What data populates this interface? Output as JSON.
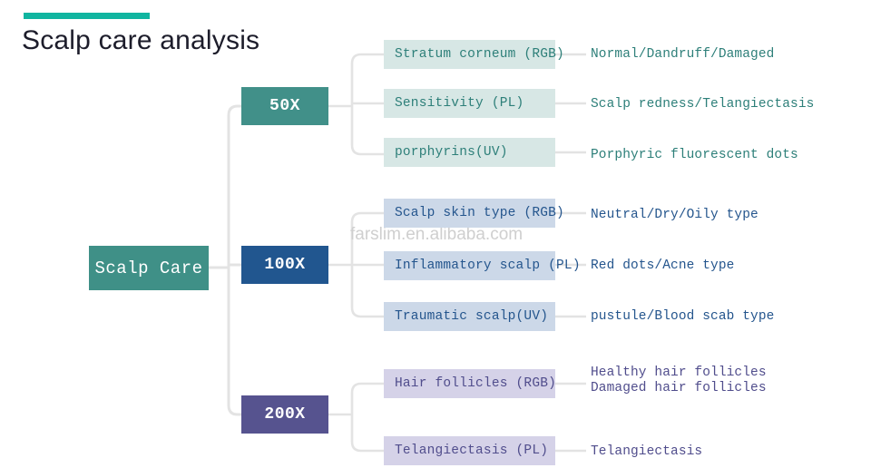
{
  "header": {
    "title": "Scalp care analysis",
    "accent_color": "#10b5a0"
  },
  "root": {
    "label": "Scalp Care",
    "color": "#3f9087"
  },
  "watermark": {
    "text": "farslim.en.alibaba.com"
  },
  "branches": [
    {
      "magnification": "50X",
      "color": "#419089",
      "item_bg": "#d7e7e5",
      "item_fg": "#2d7f79",
      "items": [
        {
          "label": "Stratum corneum (RGB)",
          "description": "Normal/Dandruff/Damaged"
        },
        {
          "label": "Sensitivity (PL)",
          "description": "Scalp redness/Telangiectasis"
        },
        {
          "label": "porphyrins(UV)",
          "description": "Porphyric fluorescent dots"
        }
      ]
    },
    {
      "magnification": "100X",
      "color": "#21568f",
      "item_bg": "#ccd8e8",
      "item_fg": "#24558d",
      "items": [
        {
          "label": "Scalp skin type (RGB)",
          "description": "Neutral/Dry/Oily type"
        },
        {
          "label": "Inflammatory scalp (PL)",
          "description": "Red dots/Acne type"
        },
        {
          "label": "Traumatic scalp(UV)",
          "description": "pustule/Blood scab type"
        }
      ]
    },
    {
      "magnification": "200X",
      "color": "#56538f",
      "item_bg": "#d5d2e8",
      "item_fg": "#504d8c",
      "items": [
        {
          "label": "Hair follicles (RGB)",
          "description": "Healthy hair follicles\nDamaged hair follicles"
        },
        {
          "label": "Telangiectasis (PL)",
          "description": "Telangiectasis"
        }
      ]
    }
  ]
}
